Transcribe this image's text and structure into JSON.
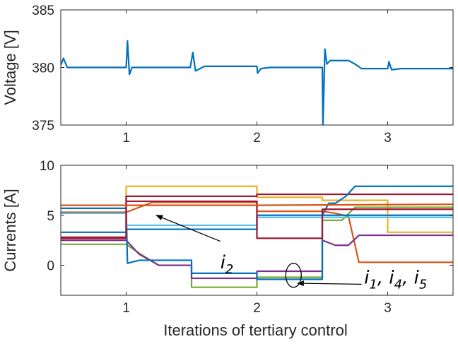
{
  "chart_data": [
    {
      "type": "line",
      "ylabel": "Voltage [V]",
      "xlabel": "",
      "xlim": [
        0.5,
        3.5
      ],
      "ylim": [
        375,
        385
      ],
      "xticks": [
        1,
        2,
        3
      ],
      "yticks": [
        375,
        380,
        385
      ],
      "grid": false,
      "series": [
        {
          "color": "#0072BD",
          "x": [
            0.5,
            0.52,
            0.55,
            0.6,
            1.0,
            1.01,
            1.025,
            1.045,
            1.08,
            1.3,
            1.49,
            1.51,
            1.53,
            1.6,
            2.0,
            2.005,
            2.03,
            2.1,
            2.5,
            2.505,
            2.52,
            2.535,
            2.56,
            2.6,
            2.7,
            2.75,
            2.8,
            3.0,
            3.01,
            3.03,
            3.1,
            3.5
          ],
          "y": [
            380.2,
            380.8,
            380.0,
            380.0,
            380.0,
            382.3,
            379.4,
            380.0,
            380.0,
            380.0,
            380.0,
            381.3,
            379.7,
            380.1,
            380.1,
            379.5,
            379.9,
            380.0,
            380.0,
            375.0,
            381.6,
            380.3,
            380.6,
            380.6,
            380.6,
            380.3,
            379.9,
            379.9,
            380.5,
            379.8,
            379.9,
            379.9
          ]
        }
      ]
    },
    {
      "type": "line",
      "ylabel": "Currents [A]",
      "xlabel": "Iterations of tertiary control",
      "xlim": [
        0.5,
        3.5
      ],
      "ylim": [
        -3,
        10
      ],
      "xticks": [
        1,
        2,
        3
      ],
      "yticks": [
        0,
        5,
        10
      ],
      "grid": false,
      "annotations": [
        {
          "text": "i",
          "subscript": "2"
        },
        {
          "text": "i",
          "subscript": "1"
        },
        {
          "text": "i",
          "subscript": "4"
        },
        {
          "text": "i",
          "subscript": "5"
        }
      ],
      "series": [
        {
          "color": "#EDB120",
          "x": [
            0.5,
            1.0,
            1.0,
            2.0,
            2.0,
            2.5,
            2.5,
            3.0,
            3.0,
            3.5
          ],
          "y": [
            2.5,
            2.5,
            7.9,
            7.9,
            6.8,
            6.8,
            6.5,
            6.5,
            3.3,
            3.3
          ]
        },
        {
          "color": "#A2142F",
          "x": [
            0.5,
            1.0,
            1.0,
            2.0,
            2.0,
            3.5
          ],
          "y": [
            2.7,
            2.7,
            6.9,
            6.9,
            7.1,
            7.1
          ]
        },
        {
          "color": "#D95319",
          "x": [
            0.5,
            1.0,
            1.2,
            2.0,
            2.0,
            2.5,
            2.6,
            2.7,
            2.78,
            3.5
          ],
          "y": [
            5.3,
            5.3,
            6.3,
            6.3,
            5.4,
            5.4,
            5.2,
            4.9,
            0.3,
            0.3
          ]
        },
        {
          "color": "#77AC30",
          "x": [
            0.5,
            1.0,
            1.1,
            1.25,
            1.5,
            1.5,
            2.0,
            2.0,
            2.5,
            2.5,
            2.65,
            2.75,
            3.5
          ],
          "y": [
            2.1,
            2.1,
            1.2,
            0.0,
            0.0,
            -2.2,
            -2.2,
            -1.2,
            -1.2,
            4.5,
            4.5,
            5.8,
            5.8
          ]
        },
        {
          "color": "#7E2F8E",
          "x": [
            0.5,
            1.0,
            1.1,
            1.25,
            1.5,
            1.5,
            2.0,
            2.0,
            2.5,
            2.5,
            2.6,
            2.7,
            2.78,
            3.5
          ],
          "y": [
            2.5,
            2.5,
            1.1,
            0.0,
            0.0,
            -1.3,
            -1.3,
            -0.6,
            -0.6,
            2.5,
            2.0,
            2.0,
            3.0,
            3.0
          ]
        },
        {
          "color": "#0072BD",
          "x": [
            0.5,
            1.0,
            1.01,
            1.1,
            1.5,
            1.5,
            2.0,
            2.0,
            2.5,
            2.5,
            2.55,
            2.6,
            2.68,
            2.75,
            3.5
          ],
          "y": [
            5.7,
            5.7,
            0.2,
            0.5,
            0.5,
            -0.8,
            -0.8,
            -1.4,
            -1.4,
            5.0,
            6.2,
            6.2,
            6.9,
            7.9,
            7.9
          ]
        },
        {
          "color": "#4DBEEE",
          "x": [
            0.5,
            1.0,
            1.0,
            2.0,
            2.0,
            3.5
          ],
          "y": [
            5.2,
            5.2,
            4.0,
            4.0,
            4.8,
            4.8
          ]
        },
        {
          "color": "#0072BD",
          "x": [
            0.5,
            1.0,
            1.0,
            2.0,
            2.0,
            3.5
          ],
          "y": [
            3.3,
            3.3,
            3.6,
            3.6,
            5.0,
            5.0
          ]
        },
        {
          "color": "#A2142F",
          "x": [
            0.5,
            1.0,
            1.0,
            2.0,
            2.0,
            2.5,
            2.5,
            3.5
          ],
          "y": [
            2.8,
            2.8,
            6.4,
            6.4,
            2.7,
            2.7,
            5.6,
            5.6
          ]
        },
        {
          "color": "#D95319",
          "x": [
            0.5,
            1.0,
            2.0,
            2.0,
            3.5
          ],
          "y": [
            6.0,
            6.0,
            6.0,
            6.0,
            6.1
          ]
        }
      ]
    }
  ]
}
